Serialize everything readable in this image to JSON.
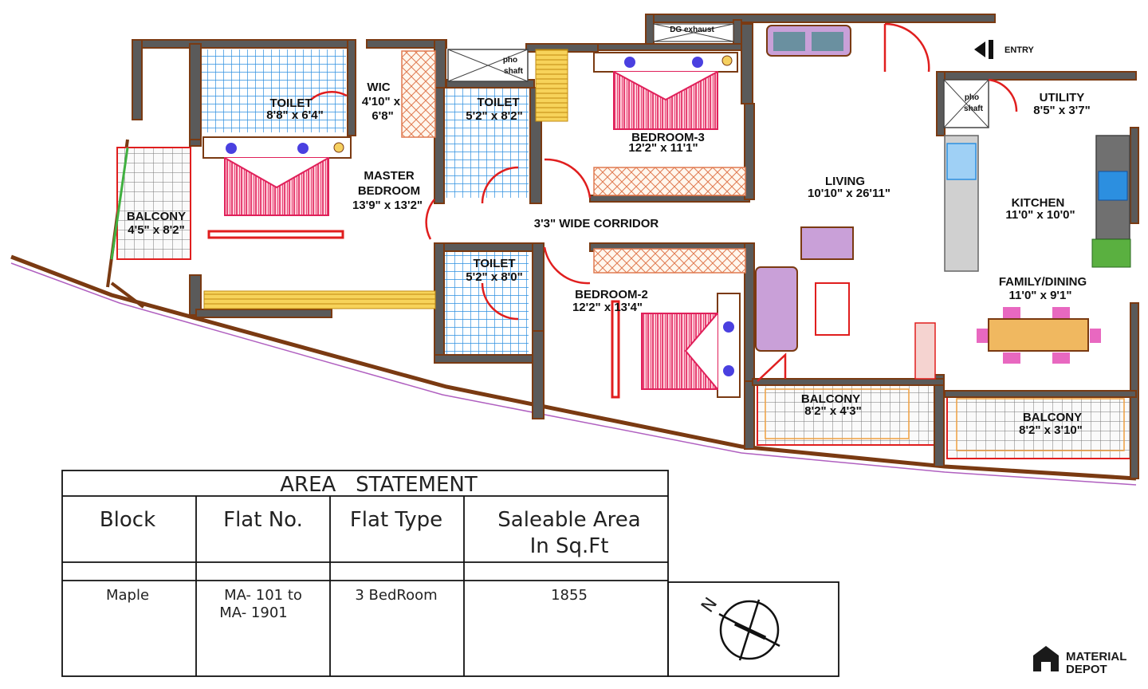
{
  "rooms": {
    "toilet_master": {
      "name": "TOILET",
      "size": "8'8\" x 6'4\""
    },
    "wic": {
      "name": "WIC",
      "size1": "4'10\" x",
      "size2": "6'8\""
    },
    "toilet_top": {
      "name": "TOILET",
      "size": "5'2\" x 8'2\""
    },
    "bedroom3": {
      "name": "BEDROOM-3",
      "size": "12'2\" x 11'1\""
    },
    "master": {
      "name1": "MASTER",
      "name2": "BEDROOM",
      "size": "13'9\" x 13'2\""
    },
    "balcony_left": {
      "name": "BALCONY",
      "size": "4'5\" x 8'2\""
    },
    "corridor": {
      "name": "3'3\" WIDE CORRIDOR"
    },
    "toilet_bottom": {
      "name": "TOILET",
      "size": "5'2\" x 8'0\""
    },
    "bedroom2": {
      "name": "BEDROOM-2",
      "size": "12'2\" x 13'4\""
    },
    "living": {
      "name": "LIVING",
      "size": "10'10\" x 26'11\""
    },
    "kitchen": {
      "name": "KITCHEN",
      "size": "11'0\" x 10'0\""
    },
    "utility": {
      "name": "UTILITY",
      "size": "8'5\" x 3'7\""
    },
    "family": {
      "name": "FAMILY/DINING",
      "size": "11'0\" x 9'1\""
    },
    "balcony_mid": {
      "name": "BALCONY",
      "size": "8'2\" x 4'3\""
    },
    "balcony_right": {
      "name": "BALCONY",
      "size": "8'2\" x 3'10\""
    },
    "entry": {
      "name": "ENTRY"
    },
    "shaft1": {
      "line1": "pho",
      "line2": "shaft"
    },
    "shaft2": {
      "line1": "pho",
      "line2": "shaft"
    },
    "top_shaft": {
      "name": "DG exhaust"
    }
  },
  "area_statement": {
    "title": "AREA   STATEMENT",
    "headers": {
      "block": "Block",
      "flat_no": "Flat No.",
      "flat_type": "Flat Type",
      "area_1": "Saleable Area",
      "area_2": "In Sq.Ft"
    },
    "row": {
      "block": "Maple",
      "flat_no_1": "MA- 101 to",
      "flat_no_2": "MA- 1901",
      "flat_type": "3 BedRoom",
      "area": "1855"
    }
  },
  "compass": {
    "north": "N"
  },
  "logo": {
    "line1": "MATERIAL",
    "line2": "DEPOT"
  },
  "colors": {
    "wall": "#5a5a5a",
    "brown": "#7a3a12",
    "red": "#e01e1e",
    "tile": "#2c8fe0",
    "bed": "#e0205a",
    "wood": "#f0c040"
  }
}
